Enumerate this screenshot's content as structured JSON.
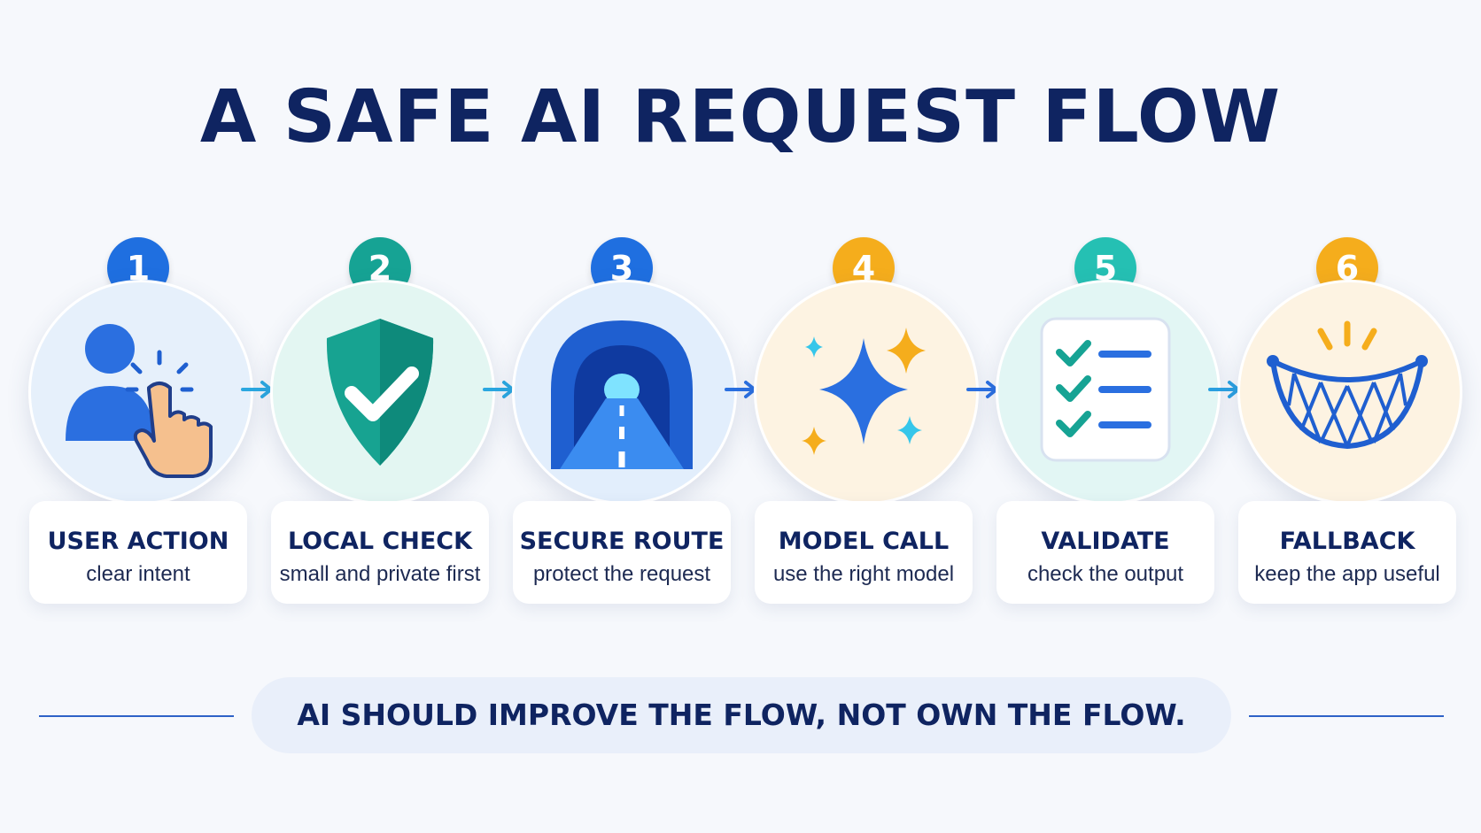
{
  "title": "A SAFE AI REQUEST FLOW",
  "steps": [
    {
      "number": "1",
      "title": "USER ACTION",
      "subtitle": "clear intent",
      "icon": "user-tap-icon",
      "badge_color": "#1f6fe0",
      "circle_color": "#e6f0fb"
    },
    {
      "number": "2",
      "title": "LOCAL CHECK",
      "subtitle": "small and private first",
      "icon": "shield-check-icon",
      "badge_color": "#16a394",
      "circle_color": "#e3f6f2"
    },
    {
      "number": "3",
      "title": "SECURE ROUTE",
      "subtitle": "protect the request",
      "icon": "tunnel-road-icon",
      "badge_color": "#1f6fe0",
      "circle_color": "#e2eefc"
    },
    {
      "number": "4",
      "title": "MODEL CALL",
      "subtitle": "use the right model",
      "icon": "sparkle-icon",
      "badge_color": "#f5ad1c",
      "circle_color": "#fdf3e2"
    },
    {
      "number": "5",
      "title": "VALIDATE",
      "subtitle": "check the output",
      "icon": "checklist-icon",
      "badge_color": "#25c0b3",
      "circle_color": "#e2f6f4"
    },
    {
      "number": "6",
      "title": "FALLBACK",
      "subtitle": "keep the app useful",
      "icon": "safety-net-icon",
      "badge_color": "#f5ad1c",
      "circle_color": "#fdf3e2"
    }
  ],
  "footer": {
    "message": "AI SHOULD IMPROVE THE FLOW, NOT OWN THE FLOW."
  }
}
